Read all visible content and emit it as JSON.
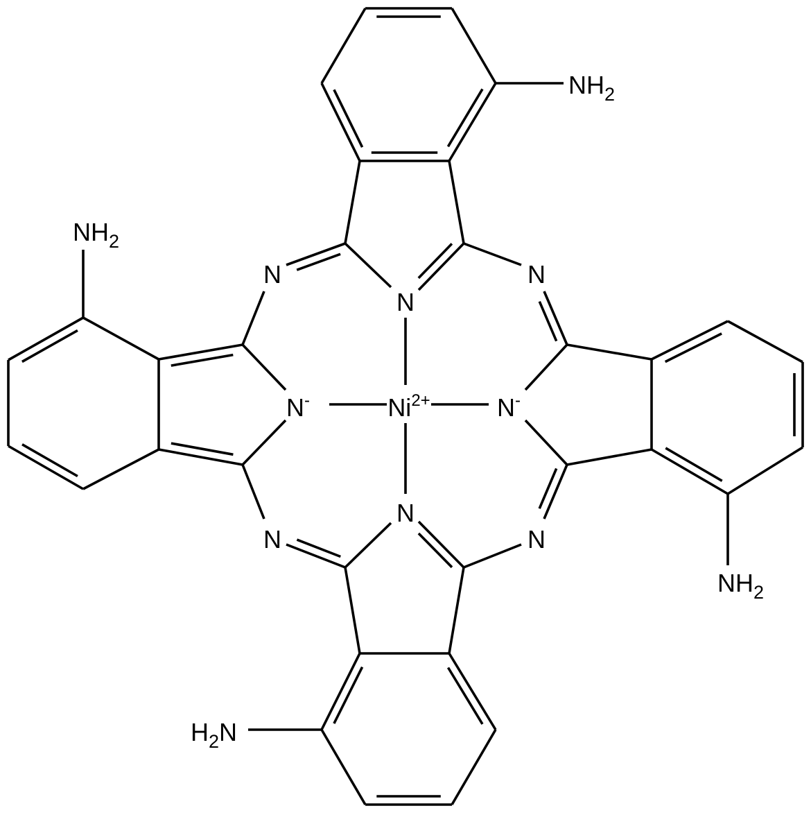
{
  "molecule": {
    "center_atom": {
      "symbol": "Ni",
      "charge": "2+"
    },
    "pyrrole_nitrogens": [
      {
        "id": "n-top",
        "symbol": "N",
        "charge": ""
      },
      {
        "id": "n-left",
        "symbol": "N",
        "charge": "-"
      },
      {
        "id": "n-right",
        "symbol": "N",
        "charge": "-"
      },
      {
        "id": "n-bottom",
        "symbol": "N",
        "charge": ""
      }
    ],
    "bridge_nitrogens": [
      {
        "id": "aza-top-left",
        "symbol": "N"
      },
      {
        "id": "aza-top-right",
        "symbol": "N"
      },
      {
        "id": "aza-bottom-left",
        "symbol": "N"
      },
      {
        "id": "aza-bottom-right",
        "symbol": "N"
      }
    ],
    "amino_groups": [
      {
        "id": "nh2-top",
        "main": "NH",
        "subscript": "2"
      },
      {
        "id": "nh2-left",
        "main": "NH",
        "subscript": "2"
      },
      {
        "id": "nh2-right",
        "main": "NH",
        "subscript": "2"
      },
      {
        "id": "nh2-bottom",
        "main": "H",
        "subscript": "2",
        "tail": "N"
      }
    ]
  }
}
